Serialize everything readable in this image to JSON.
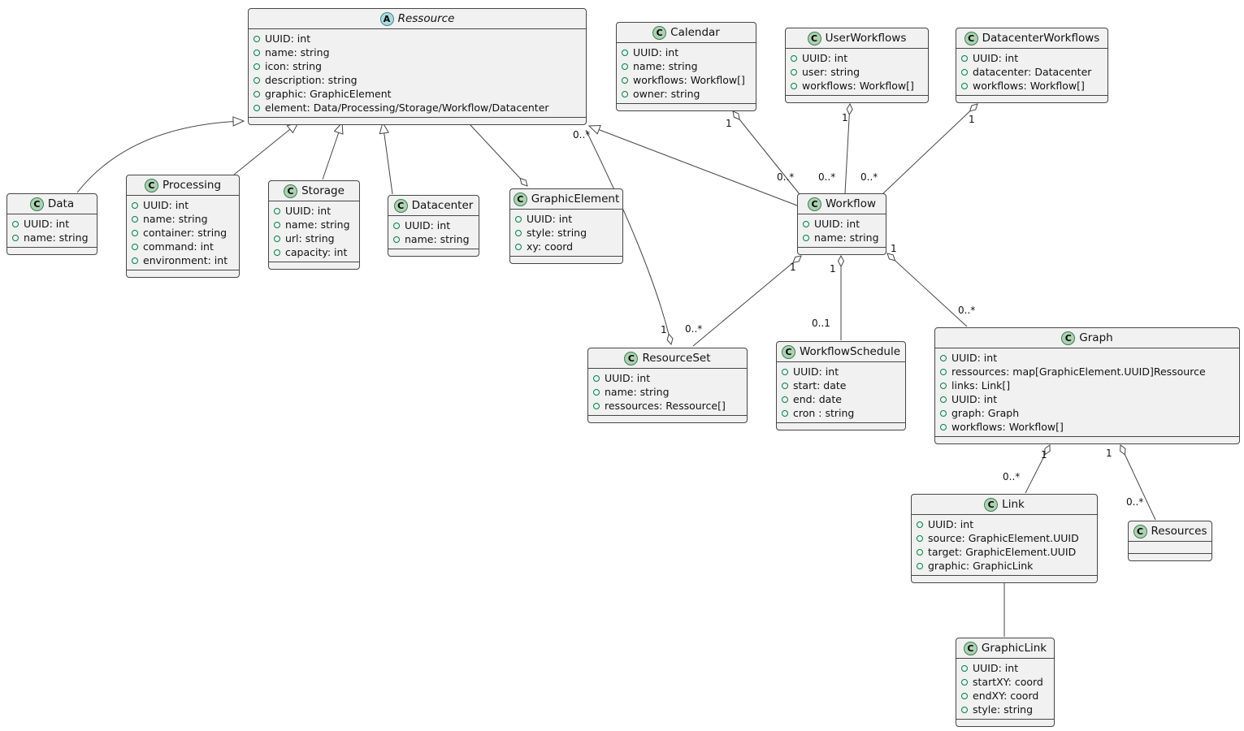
{
  "diagram_type": "uml-class-diagram",
  "colors": {
    "box-fill": "#F1F1F1",
    "box-border": "#454645",
    "class-badge": "#ADD1B2",
    "abstract-badge": "#A9DCDF",
    "field-dot": "#038048",
    "edge": "#454645"
  },
  "classes": {
    "ressource": {
      "badge": "A",
      "name": "Ressource",
      "abstract": true,
      "attrs": [
        "UUID: int",
        "name: string",
        "icon: string",
        "description: string",
        "graphic: GraphicElement",
        "element: Data/Processing/Storage/Workflow/Datacenter"
      ]
    },
    "data": {
      "badge": "C",
      "name": "Data",
      "attrs": [
        "UUID: int",
        "name: string"
      ]
    },
    "processing": {
      "badge": "C",
      "name": "Processing",
      "attrs": [
        "UUID: int",
        "name: string",
        "container: string",
        "command: int",
        "environment: int"
      ]
    },
    "storage": {
      "badge": "C",
      "name": "Storage",
      "attrs": [
        "UUID: int",
        "name: string",
        "url: string",
        "capacity: int"
      ]
    },
    "datacenter": {
      "badge": "C",
      "name": "Datacenter",
      "attrs": [
        "UUID: int",
        "name: string"
      ]
    },
    "graphicelement": {
      "badge": "C",
      "name": "GraphicElement",
      "attrs": [
        "UUID: int",
        "style: string",
        "xy: coord"
      ]
    },
    "calendar": {
      "badge": "C",
      "name": "Calendar",
      "attrs": [
        "UUID: int",
        "name: string",
        "workflows: Workflow[]",
        "owner: string"
      ]
    },
    "userworkflows": {
      "badge": "C",
      "name": "UserWorkflows",
      "attrs": [
        "UUID: int",
        "user: string",
        "workflows: Workflow[]"
      ]
    },
    "datacenterworkflows": {
      "badge": "C",
      "name": "DatacenterWorkflows",
      "attrs": [
        "UUID: int",
        "datacenter: Datacenter",
        "workflows: Workflow[]"
      ]
    },
    "workflow": {
      "badge": "C",
      "name": "Workflow",
      "attrs": [
        "UUID: int",
        "name: string"
      ]
    },
    "resourceset": {
      "badge": "C",
      "name": "ResourceSet",
      "attrs": [
        "UUID: int",
        "name: string",
        "ressources: Ressource[]"
      ]
    },
    "workflowschedule": {
      "badge": "C",
      "name": "WorkflowSchedule",
      "attrs": [
        "UUID: int",
        "start: date",
        "end: date",
        "cron : string"
      ]
    },
    "graph": {
      "badge": "C",
      "name": "Graph",
      "attrs": [
        "UUID: int",
        "ressources: map[GraphicElement.UUID]Ressource",
        "links: Link[]",
        "UUID: int",
        "graph: Graph",
        "workflows: Workflow[]"
      ]
    },
    "link": {
      "badge": "C",
      "name": "Link",
      "attrs": [
        "UUID: int",
        "source: GraphicElement.UUID",
        "target: GraphicElement.UUID",
        "graphic: GraphicLink"
      ]
    },
    "resources": {
      "badge": "C",
      "name": "Resources",
      "attrs": []
    },
    "graphiclink": {
      "badge": "C",
      "name": "GraphicLink",
      "attrs": [
        "UUID: int",
        "startXY: coord",
        "endXY: coord",
        "style: string"
      ]
    }
  },
  "edges": {
    "data_ressource": {
      "type": "extends"
    },
    "processing_ressource": {
      "type": "extends"
    },
    "storage_ressource": {
      "type": "extends"
    },
    "datacenter_ressource": {
      "type": "extends"
    },
    "workflow_ressource": {
      "type": "extends"
    },
    "ressource_graphicelement": {
      "type": "aggregation"
    },
    "ressource_resourceset": {
      "type": "aggregation",
      "ressource_end": "0..*",
      "resourceset_end": "1"
    },
    "calendar_workflow": {
      "type": "aggregation",
      "calendar_end": "1",
      "workflow_end": "0..*"
    },
    "userworkflows_workflow": {
      "type": "aggregation",
      "userworkflows_end": "1",
      "workflow_end": "0..*"
    },
    "datacenterworkflows_workflow": {
      "type": "aggregation",
      "datacenterworkflows_end": "1",
      "workflow_end": "0..*"
    },
    "workflow_resourceset": {
      "type": "aggregation",
      "workflow_end": "1",
      "resourceset_end": "0..*"
    },
    "workflow_workflowschedule": {
      "type": "aggregation",
      "workflow_end": "1",
      "workflowschedule_end": "0..1"
    },
    "workflow_graph": {
      "type": "aggregation",
      "workflow_end": "1",
      "graph_end": "0..*"
    },
    "graph_link": {
      "type": "aggregation",
      "graph_end": "1",
      "link_end": "0..*"
    },
    "graph_resources": {
      "type": "aggregation",
      "graph_end": "1",
      "resources_end": "0..*"
    },
    "link_graphiclink": {
      "type": "association"
    }
  }
}
